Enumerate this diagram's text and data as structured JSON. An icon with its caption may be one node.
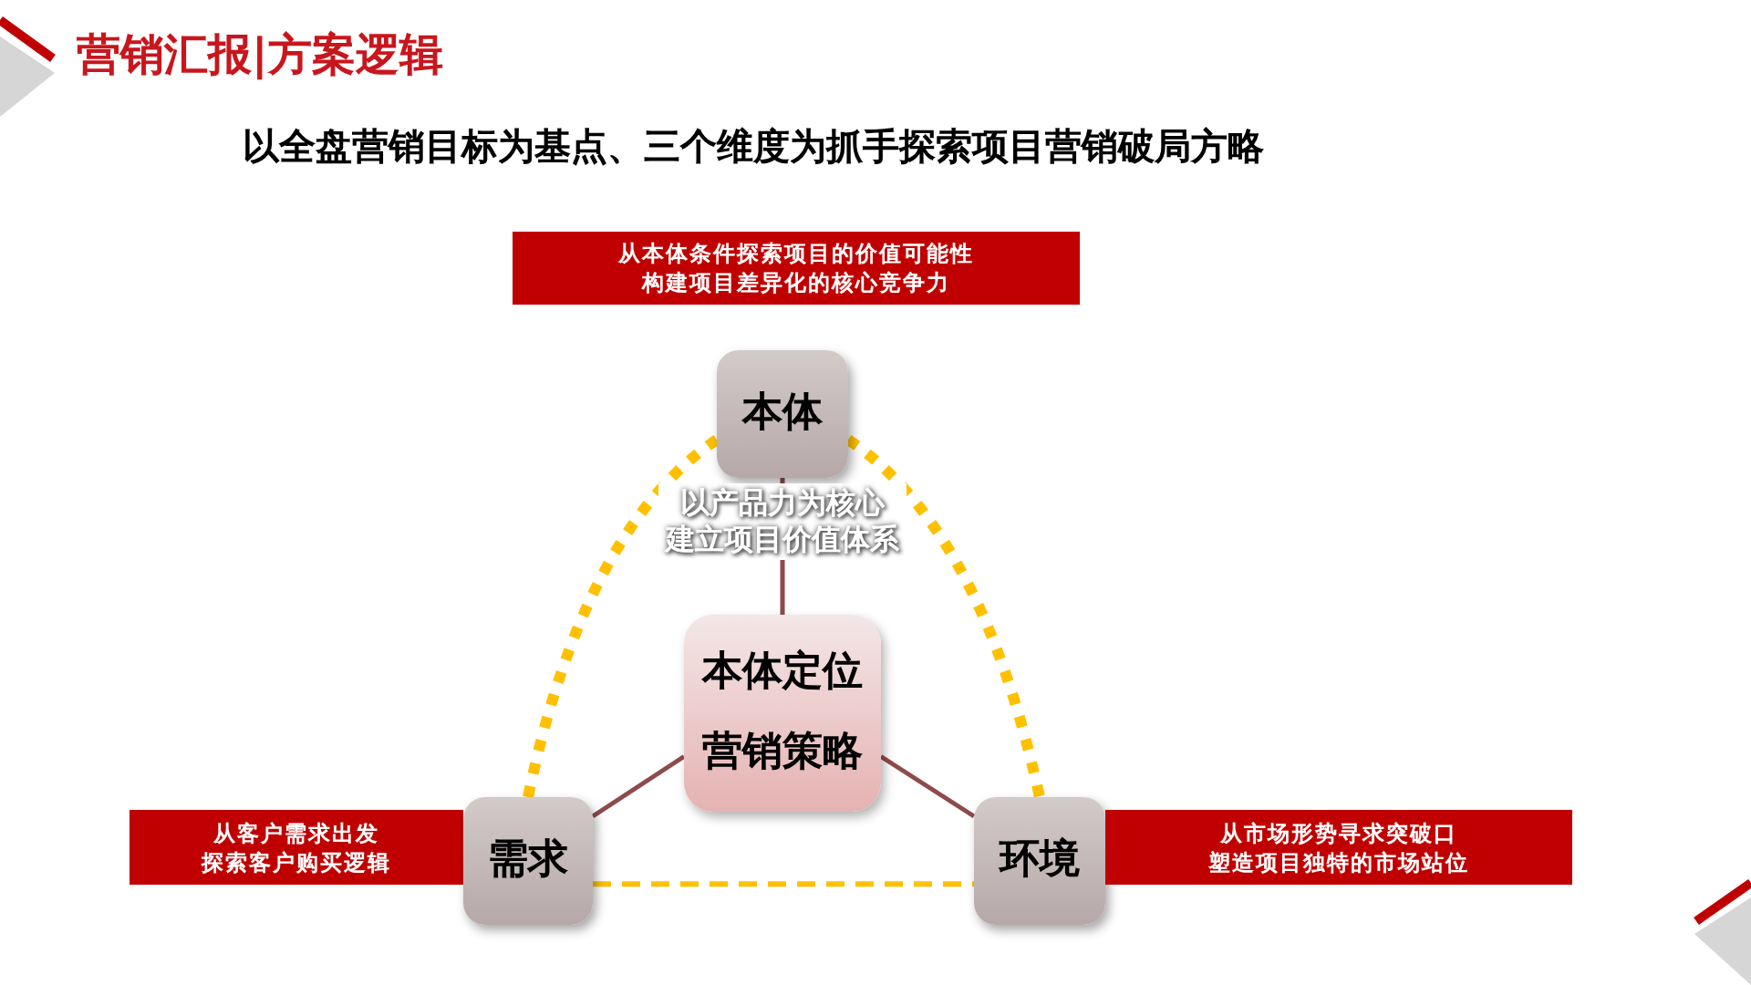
{
  "diagram": {
    "title": "营销汇报|方案逻辑",
    "nodes": [
      {
        "text": [
          "从本体条件探索项目的价值可能性",
          "构建项目差异化的核心竞争力"
        ]
      },
      {
        "text": [
          "本体"
        ]
      },
      {
        "text": [
          "本体定位",
          "营销策略"
        ]
      },
      {
        "text": [
          "从客户需求出发",
          "探索客户购买逻辑"
        ]
      },
      {
        "text": [
          "需求"
        ]
      },
      {
        "text": [
          "环境"
        ]
      },
      {
        "text": [
          "从市场形势寻求突破口",
          "塑造项目独特的市场站位"
        ]
      }
    ],
    "edges": [
      {
        "from": 1,
        "to": 2,
        "arrow": "none"
      },
      {
        "from": 2,
        "to": 4,
        "arrow": "none"
      },
      {
        "from": 2,
        "to": 5,
        "arrow": "none"
      },
      {
        "from": 1,
        "to": 4,
        "arrow": "none",
        "style": "dashed",
        "color": "#ffc000"
      },
      {
        "from": 1,
        "to": 5,
        "arrow": "none",
        "style": "dashed",
        "color": "#ffc000"
      },
      {
        "from": 4,
        "to": 5,
        "arrow": "none",
        "style": "dashed",
        "color": "#ffc000"
      }
    ],
    "labels": [
      "以全盘营销目标为基点、三个维度为抓手探索项目营销破局方略",
      "以产品力为核心",
      "建立项目价值体系"
    ]
  }
}
